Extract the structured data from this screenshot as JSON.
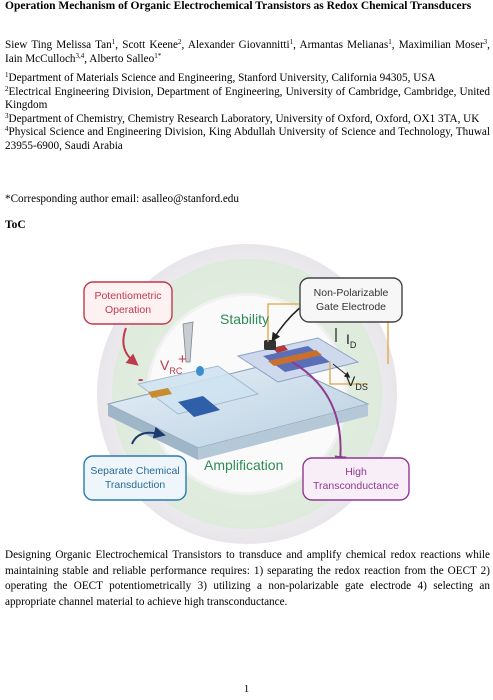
{
  "paper": {
    "title": "Operation Mechanism of Organic Electrochemical Transistors as Redox Chemical Transducers",
    "authors": [
      {
        "name": "Siew Ting Melissa Tan",
        "aff": "1",
        "sep": ", "
      },
      {
        "name": "Scott Keene",
        "aff": "2",
        "sep": ", "
      },
      {
        "name": "Alexander Giovannitti",
        "aff": "1",
        "sep": ", "
      },
      {
        "name": "Armantas Melianas",
        "aff": "1",
        "sep": ", "
      },
      {
        "name": "Maximilian Moser",
        "aff": "3",
        "sep": ", "
      },
      {
        "name": "Iain McCulloch",
        "aff": "3,4",
        "sep": ", "
      },
      {
        "name": "Alberto Salleo",
        "aff": "1*",
        "sep": ""
      }
    ],
    "affiliations": [
      {
        "num": "1",
        "text": "Department of Materials Science and Engineering, Stanford University, California 94305, USA"
      },
      {
        "num": "2",
        "text": "Electrical Engineering Division, Department of Engineering, University of Cambridge, Cambridge, United Kingdom"
      },
      {
        "num": "3",
        "text": "Department of Chemistry, Chemistry Research Laboratory, University of Oxford, Oxford, OX1 3TA, UK"
      },
      {
        "num": "4",
        "text": "Physical Science and Engineering Division, King Abdullah University of Science and Technology, Thuwal 23955-6900, Saudi Arabia"
      }
    ],
    "corresponding": "*Corresponding author email: asalleo@stanford.edu",
    "toc_heading": "ToC",
    "description": "Designing Organic Electrochemical Transistors to transduce and amplify chemical redox reactions while maintaining stable and reliable performance requires: 1) separating the redox reaction from the OECT 2) operating the OECT potentiometrically 3) utilizing a non-polarizable gate electrode 4) selecting an appropriate channel material to achieve high transconductance.",
    "page_number": "1"
  },
  "figure": {
    "box_potentiometric_line1": "Potentiometric",
    "box_potentiometric_line2": "Operation",
    "box_gate_line1": "Non-Polarizable",
    "box_gate_line2": "Gate Electrode",
    "box_separate_line1": "Separate Chemical",
    "box_separate_line2": "Transduction",
    "box_high_line1": "High",
    "box_high_line2": "Transconductance",
    "label_stability": "Stability",
    "label_amplification": "Amplification",
    "label_vrc_main": "V",
    "label_vrc_sub": "RC",
    "label_id_main": "I",
    "label_id_sub": "D",
    "label_vds_main": "V",
    "label_vds_sub": "DS",
    "sign_minus": "-",
    "sign_plus": "+",
    "colors": {
      "red": "#c0394b",
      "blue": "#2a7ab0",
      "purple": "#8e3a8e",
      "green": "#2e8b57",
      "dark": "#333333",
      "stability_ring": "#d9ebd6"
    }
  }
}
